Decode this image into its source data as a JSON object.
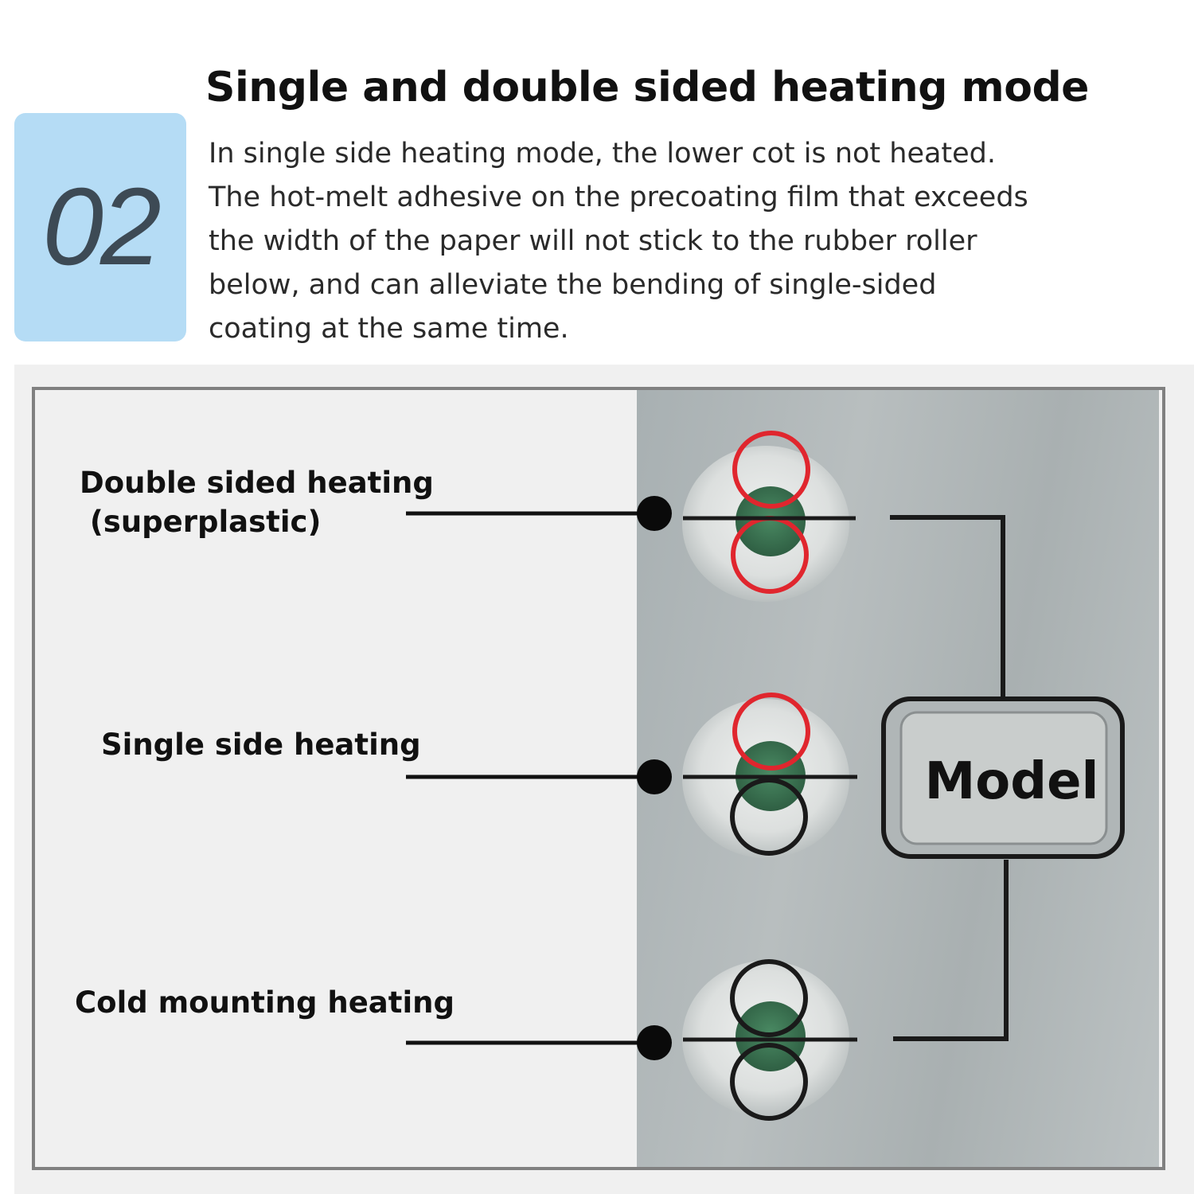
{
  "badge": {
    "number": "02"
  },
  "header": {
    "title": "Single and double sided heating mode"
  },
  "description": {
    "lines": [
      "In single side heating mode, the lower cot is not heated.",
      "The hot-melt adhesive on the precoating film that exceeds",
      "the width of the paper will not stick to the rubber roller",
      "below, and can alleviate the bending of single-sided",
      "coating at the same time."
    ]
  },
  "modes": [
    {
      "label_line1": "Double sided heating",
      "label_line2": " (superplastic)",
      "upper_roller": "heated",
      "lower_roller": "heated"
    },
    {
      "label_line1": "Single side heating",
      "upper_roller": "heated",
      "lower_roller": "not-heated"
    },
    {
      "label_line1": "Cold mounting heating",
      "upper_roller": "not-heated",
      "lower_roller": "not-heated"
    }
  ],
  "button": {
    "label": "Model"
  },
  "colors": {
    "heated": "#e0262e",
    "not_heated": "#1a1a1a",
    "indicator": "#3f7a55",
    "badge": "#b5dcf5"
  }
}
